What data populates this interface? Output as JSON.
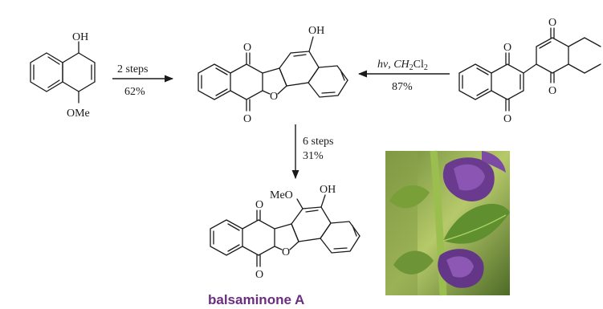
{
  "colors": {
    "caption": "#6b2d80",
    "ink": "#1a1a1a"
  },
  "start": {
    "oh": "OH",
    "ome": "OMe"
  },
  "arrow1": {
    "top": "2 steps",
    "bottom": "62%"
  },
  "intermediate": {
    "oh": "OH",
    "o_top": "O",
    "o_bottom": "O",
    "o_ring": "O"
  },
  "arrow2": {
    "top_a": "hν, CH",
    "top_sub1": "2",
    "top_b": "Cl",
    "top_sub2": "2",
    "bottom": "87%"
  },
  "dimer": {
    "o1": "O",
    "o2": "O",
    "o3": "O",
    "o4": "O"
  },
  "arrow3": {
    "top": "6 steps",
    "bottom": "31%"
  },
  "product": {
    "meo": "MeO",
    "oh": "OH",
    "o_top": "O",
    "o_bottom": "O",
    "o_ring": "O",
    "caption": "balsaminone A"
  },
  "photo": {
    "icon": "flower-photo-icon"
  }
}
